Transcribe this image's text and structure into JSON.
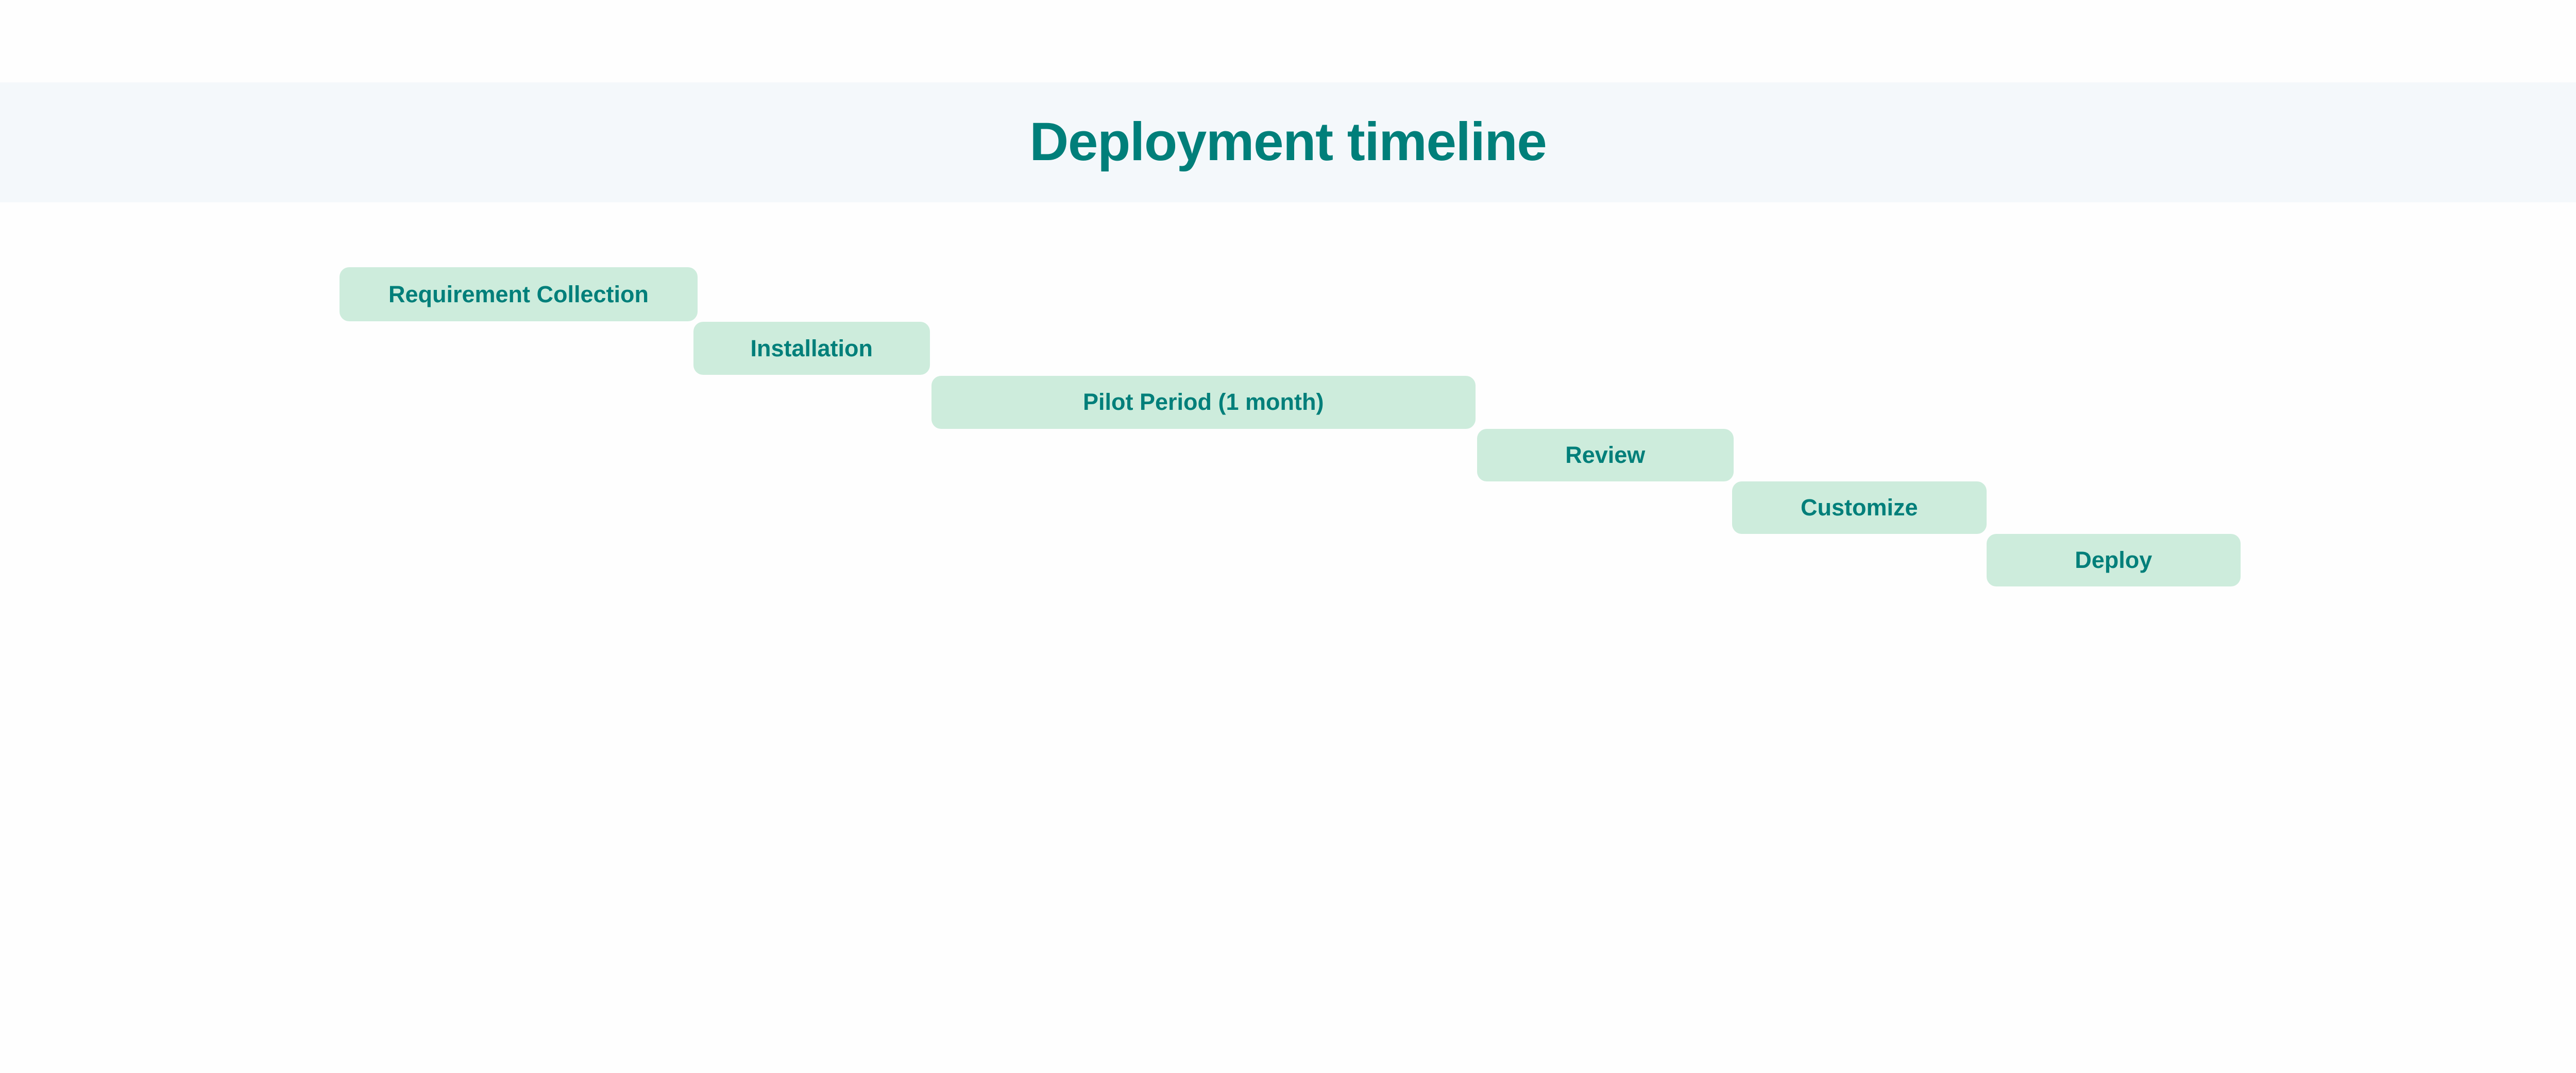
{
  "header": {
    "title": "Deployment timeline"
  },
  "colors": {
    "accent": "#007f7a",
    "bar_fill": "#cdecdc",
    "header_bg": "#f4f8fb"
  },
  "phases": [
    {
      "label": "Requirement Collection"
    },
    {
      "label": "Installation"
    },
    {
      "label": "Pilot Period (1 month)"
    },
    {
      "label": "Review"
    },
    {
      "label": "Customize"
    },
    {
      "label": "Deploy"
    }
  ]
}
